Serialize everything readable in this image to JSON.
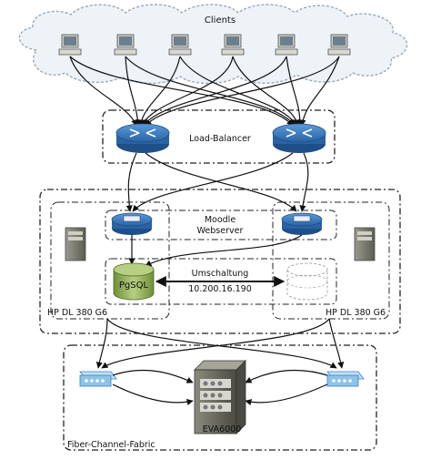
{
  "labels": {
    "clients": "Clients",
    "load_balancer": "Load-Balancer",
    "moodle_line1": "Moodle",
    "moodle_line2": "Webserver",
    "pgsql": "PgSQL",
    "failover_line1": "Umschaltung",
    "failover_line2": "10.200.16.190",
    "server_left": "HP DL 380 G6",
    "server_right": "HP DL 380 G6",
    "storage": "EVA6000",
    "fabric": "Fiber-Channel-Fabric"
  },
  "colors": {
    "cloud_fill": "#eef3f8",
    "cloud_stroke": "#9aa8b6",
    "router_blue": "#3d7fc6",
    "router_dark": "#1f4f88",
    "db_green": "#8fae52",
    "server_gray": "#7b7b6e",
    "switch_blue": "#8bc3ea",
    "box_stroke": "#222222"
  },
  "icons": {
    "client": "computer-terminal-icon",
    "router": "router-icon",
    "webserver": "webserver-icon",
    "server": "server-tower-icon",
    "database": "database-cylinder-icon",
    "switch": "fc-switch-icon",
    "storage": "storage-array-icon"
  }
}
